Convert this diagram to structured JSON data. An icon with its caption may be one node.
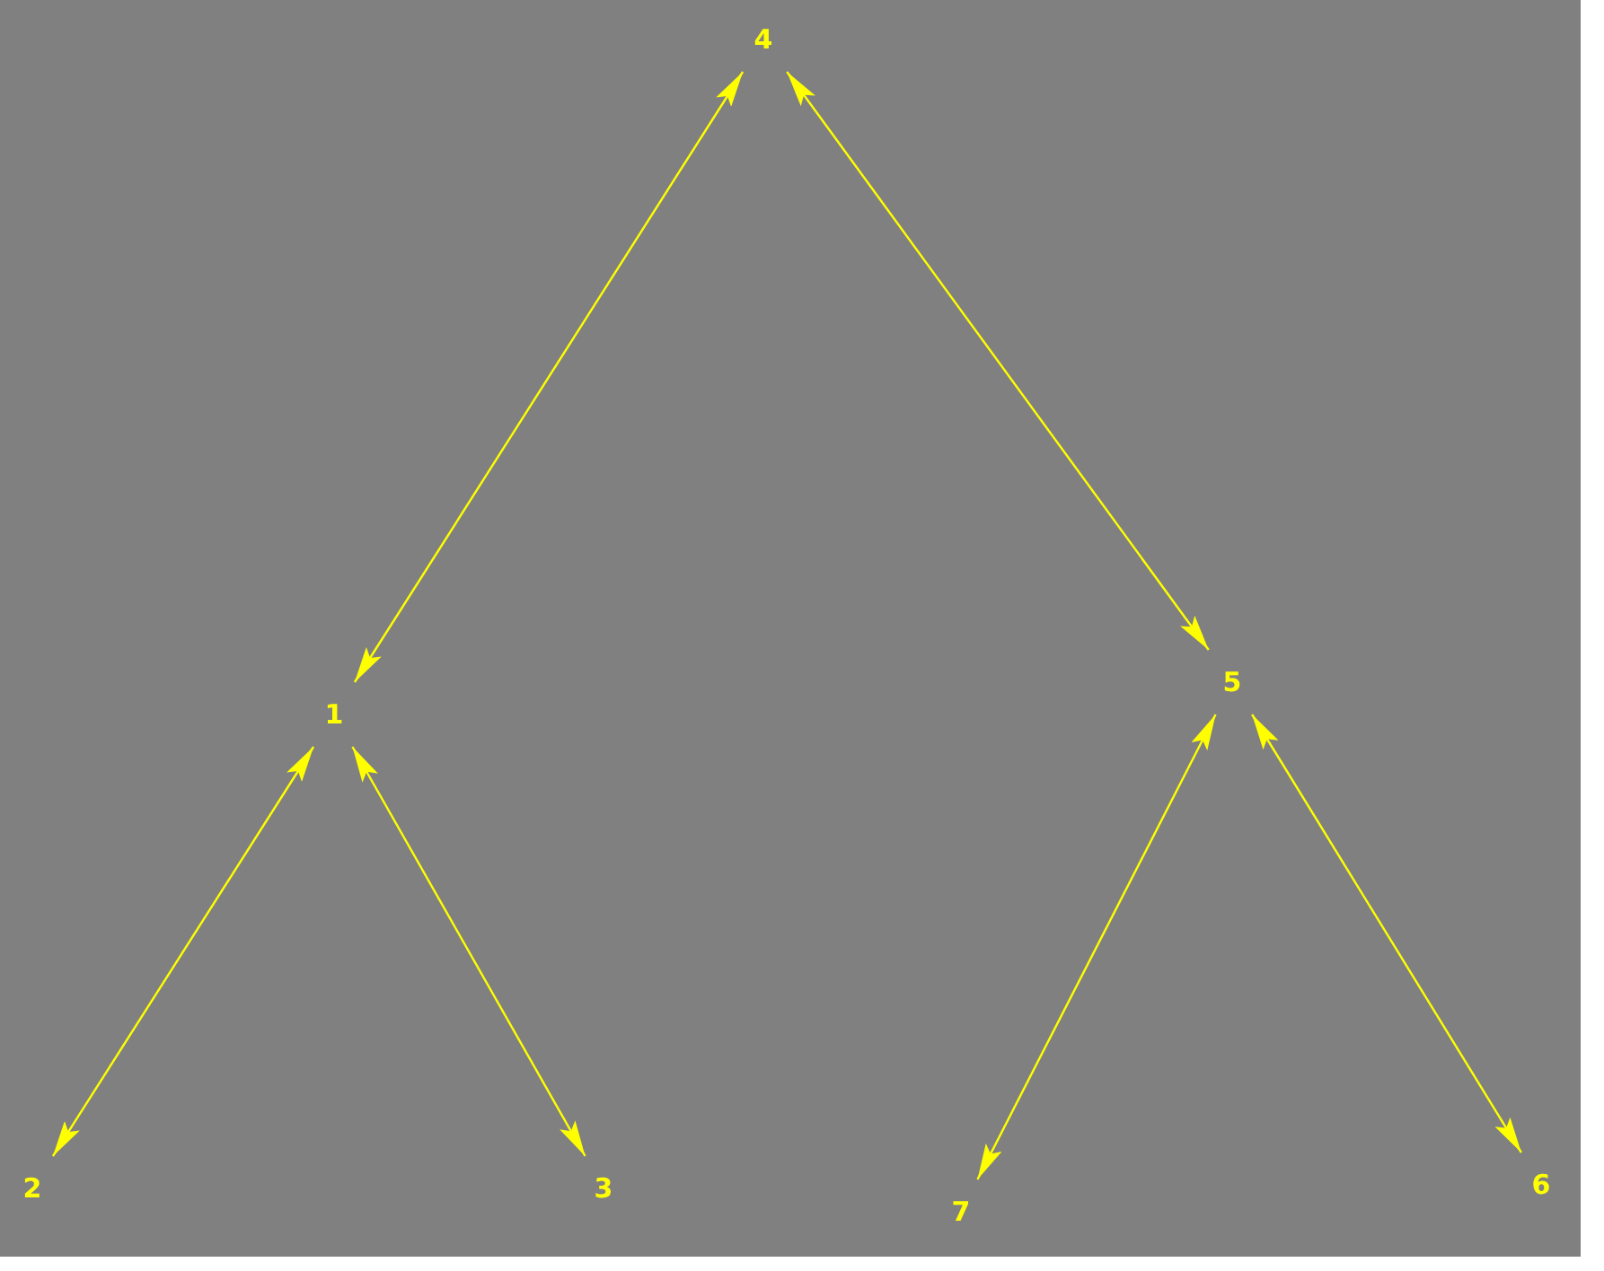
{
  "diagram": {
    "nodes": [
      {
        "text": [
          "4"
        ]
      },
      {
        "text": [
          "1"
        ]
      },
      {
        "text": [
          "5"
        ]
      },
      {
        "text": [
          "2"
        ]
      },
      {
        "text": [
          "3"
        ]
      },
      {
        "text": [
          "7"
        ]
      },
      {
        "text": [
          "6"
        ]
      }
    ],
    "edges": [
      {
        "from": 0,
        "to": 1,
        "arrow": "both"
      },
      {
        "from": 0,
        "to": 2,
        "arrow": "both"
      },
      {
        "from": 1,
        "to": 3,
        "arrow": "both"
      },
      {
        "from": 1,
        "to": 4,
        "arrow": "both"
      },
      {
        "from": 2,
        "to": 5,
        "arrow": "both"
      },
      {
        "from": 2,
        "to": 6,
        "arrow": "both"
      }
    ]
  }
}
